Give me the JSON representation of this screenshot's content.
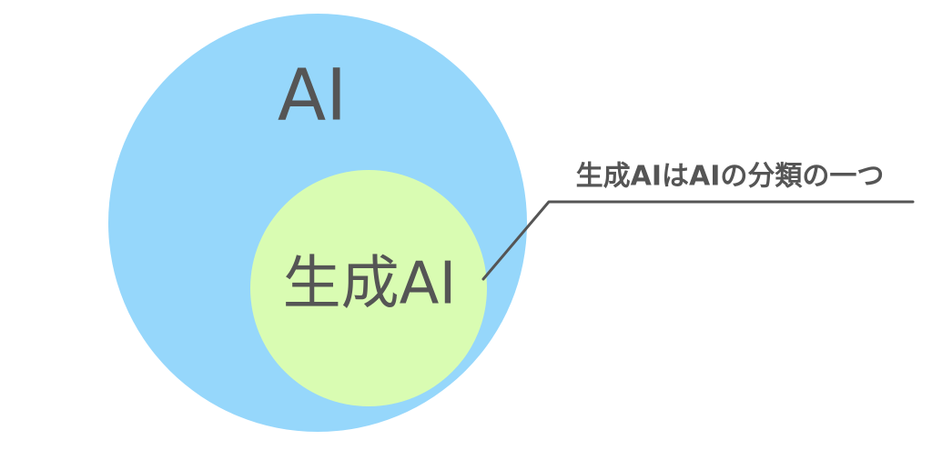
{
  "diagram": {
    "outer": {
      "label": "AI",
      "fill": "#96d7fb",
      "text_color": "#555555"
    },
    "inner": {
      "label": "生成AI",
      "fill": "#d9fcb2",
      "text_color": "#555555"
    },
    "callout": {
      "text": "生成AIはAIの分類の一つ",
      "line_color": "#555555",
      "text_color": "#555555"
    }
  }
}
